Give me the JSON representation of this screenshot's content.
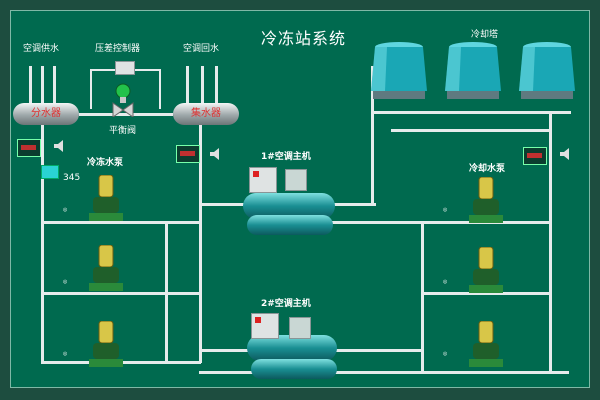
{
  "title": "冷冻站系统",
  "labels": {
    "supply_water": "空调供水",
    "pressure_controller": "压差控制器",
    "return_water": "空调回水",
    "cooling_tower": "冷却塔",
    "distributor": "分水器",
    "collector": "集水器",
    "balance_valve": "平衡阀",
    "chilled_pump": "冷冻水泵",
    "cooling_pump": "冷却水泵",
    "chiller1": "1#空调主机",
    "chiller2": "2#空调主机",
    "sensor_value": "345"
  },
  "colors": {
    "background": "#006a4f",
    "pipe": "#e6ecec",
    "tower": "#1aa7b5",
    "pump": "#c8b23a"
  }
}
